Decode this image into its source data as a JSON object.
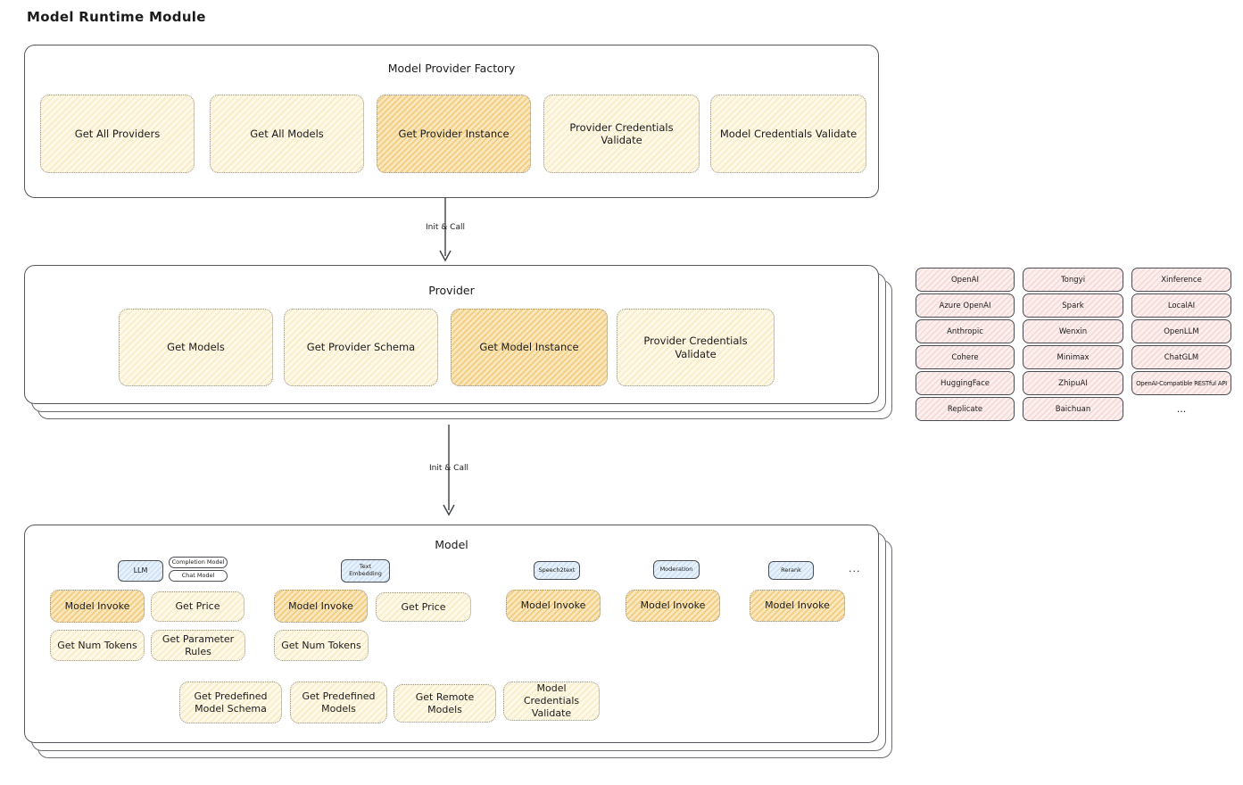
{
  "page_title": "Model Runtime Module",
  "arrows": {
    "first_label": "Init & Call",
    "second_label": "Init & Call"
  },
  "factory": {
    "title": "Model Provider Factory",
    "items": [
      {
        "label": "Get All Providers",
        "highlight": false
      },
      {
        "label": "Get All Models",
        "highlight": false
      },
      {
        "label": "Get Provider Instance",
        "highlight": true
      },
      {
        "label": "Provider Credentials Validate",
        "highlight": false
      },
      {
        "label": "Model Credentials Validate",
        "highlight": false
      }
    ]
  },
  "provider": {
    "title": "Provider",
    "items": [
      {
        "label": "Get Models",
        "highlight": false
      },
      {
        "label": "Get Provider Schema",
        "highlight": false
      },
      {
        "label": "Get Model Instance",
        "highlight": true
      },
      {
        "label": "Provider Credentials Validate",
        "highlight": false
      }
    ]
  },
  "providers_grid": {
    "rows": [
      [
        "OpenAI",
        "Tongyi",
        "Xinference"
      ],
      [
        "Azure OpenAI",
        "Spark",
        "LocalAI"
      ],
      [
        "Anthropic",
        "Wenxin",
        "OpenLLM"
      ],
      [
        "Cohere",
        "Minimax",
        "ChatGLM"
      ],
      [
        "HuggingFace",
        "ZhipuAI",
        "OpenAI-Compatible RESTful API"
      ],
      [
        "Replicate",
        "Baichuan"
      ]
    ],
    "ellipsis": "..."
  },
  "model": {
    "title": "Model",
    "tags": {
      "llm": "LLM",
      "completion": "Completion Model",
      "chat": "Chat Model",
      "text_embedding": "Text Embedding",
      "speech2text": "Speech2text",
      "moderation": "Moderation",
      "rerank": "Rerank",
      "ellipsis": "..."
    },
    "ops": {
      "model_invoke": "Model Invoke",
      "get_price": "Get Price",
      "get_num_tokens": "Get Num Tokens",
      "get_parameter_rules": "Get Parameter Rules",
      "get_predefined_model_schema": "Get Predefined Model Schema",
      "get_predefined_models": "Get Predefined Models",
      "get_remote_models": "Get Remote Models",
      "model_credentials_validate": "Model Credentials Validate"
    },
    "colors": {
      "highlight_fill": "#F8E7BC",
      "normal_fill": "#FDF8E8",
      "provider_chip_fill": "#FBEFEE",
      "tag_fill": "#E7F1FB"
    }
  }
}
